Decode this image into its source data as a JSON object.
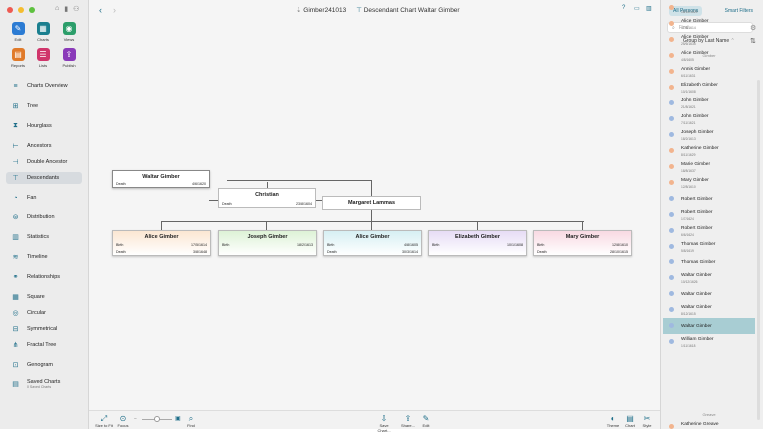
{
  "window": {
    "title_file": "Gimber241013",
    "title_chart": "Descendant Chart Waltar Gimber"
  },
  "toolbar": [
    {
      "label": "Edit",
      "color": "#2b7bd3",
      "icon": "pencil"
    },
    {
      "label": "Charts",
      "color": "#1a7f8f",
      "icon": "grid"
    },
    {
      "label": "Views",
      "color": "#2c9e6a",
      "icon": "eye"
    },
    {
      "label": "Reports",
      "color": "#e07a2a",
      "icon": "doc"
    },
    {
      "label": "Lists",
      "color": "#d0356b",
      "icon": "list"
    },
    {
      "label": "Publish",
      "color": "#8a3ab9",
      "icon": "upload"
    }
  ],
  "nav": [
    {
      "label": "Charts Overview",
      "icon": "≡"
    },
    {
      "label": "Tree",
      "icon": "⊞"
    },
    {
      "label": "Hourglass",
      "icon": "⧗"
    },
    {
      "label": "Ancestors",
      "icon": "⊢"
    },
    {
      "label": "Double Ancestor",
      "icon": "⊣"
    },
    {
      "label": "Descendants",
      "icon": "⊤",
      "selected": true
    },
    {
      "label": "Fan",
      "icon": "◔"
    },
    {
      "label": "Distribution",
      "icon": "⊜"
    },
    {
      "label": "Statistics",
      "icon": "▥"
    },
    {
      "label": "Timeline",
      "icon": "≋"
    },
    {
      "label": "Relationships",
      "icon": "⚭"
    },
    {
      "label": "Square",
      "icon": "▦"
    },
    {
      "label": "Circular",
      "icon": "◎"
    },
    {
      "label": "Symmetrical",
      "icon": "⊟"
    },
    {
      "label": "Fractal Tree",
      "icon": "⋔"
    },
    {
      "label": "Genogram",
      "icon": "⊡"
    },
    {
      "label": "Saved Charts",
      "sub": "0 Saved Charts",
      "icon": "▤"
    }
  ],
  "chart": {
    "root": {
      "name": "Waltar Gimber",
      "death_label": "Death",
      "death": "4/6/1620"
    },
    "spouse1": {
      "name": "Christian",
      "death_label": "Death",
      "death": "23/8/1604"
    },
    "spouse2": {
      "name": "Margaret Lammas"
    },
    "children": [
      {
        "name": "Alice Gimber",
        "birth_label": "Birth",
        "birth": "17/5/1614",
        "death_label": "Death",
        "death": "3/8/1648",
        "color": "#fbe6d2"
      },
      {
        "name": "Joseph Gimber",
        "birth_label": "Birth",
        "birth": "18/2/1613",
        "color": "#ddf2d6"
      },
      {
        "name": "Alice Gimber",
        "birth_label": "Birth",
        "birth": "4/8/1605",
        "death_label": "Death",
        "death": "30/3/1614",
        "color": "#d6eff3"
      },
      {
        "name": "Elizabeth Gimber",
        "birth_label": "Birth",
        "birth": "10/1/1608",
        "color": "#e6dcf5"
      },
      {
        "name": "Mary Gimber",
        "birth_label": "Birth",
        "birth": "12/8/1610",
        "death_label": "Death",
        "death": "28/10/1615",
        "color": "#f8d9e2"
      }
    ]
  },
  "bottom": [
    {
      "label": "Size to Fit",
      "icon": "⤢"
    },
    {
      "label": "Focus",
      "icon": "⊙"
    },
    {
      "label": "Find",
      "icon": "⌕"
    },
    {
      "label": "Save Chart...",
      "icon": "⇩"
    },
    {
      "label": "Share...",
      "icon": "⇪"
    },
    {
      "label": "Edit",
      "icon": "✎"
    },
    {
      "label": "Theme",
      "icon": "◐"
    },
    {
      "label": "Chart",
      "icon": "▤"
    },
    {
      "label": "Style",
      "icon": "✂"
    }
  ],
  "panel": {
    "tab_all": "All Persons",
    "tab_smart": "Smart Filters",
    "search_placeholder": "Find",
    "group_by": "Group by Last Name",
    "section_gimber": "Gimber",
    "section_greave": "Greave",
    "persons": [
      {
        "name": "",
        "date": "18/10/1629",
        "sex": "f"
      },
      {
        "name": "Alice Gimber",
        "date": "17/5/1614",
        "sex": "f"
      },
      {
        "name": "Alice Gimber",
        "date": "25/6/1635",
        "sex": "f"
      },
      {
        "name": "Alice Gimber",
        "date": "4/8/1605",
        "sex": "f"
      },
      {
        "name": "Annis Gimber",
        "date": "6/11/1631",
        "sex": "f"
      },
      {
        "name": "Elizabeth Gimber",
        "date": "10/1/1608",
        "sex": "f"
      },
      {
        "name": "John Gimber",
        "date": "21/8/1621",
        "sex": "m"
      },
      {
        "name": "John Gimber",
        "date": "7/11/1621",
        "sex": "m"
      },
      {
        "name": "Joseph Gimber",
        "date": "18/2/1613",
        "sex": "m"
      },
      {
        "name": "Katherine Gimber",
        "date": "8/11/1629",
        "sex": "f"
      },
      {
        "name": "Marie Gimber",
        "date": "18/8/1637",
        "sex": "f"
      },
      {
        "name": "Mary Gimber",
        "date": "12/8/1610",
        "sex": "f"
      },
      {
        "name": "Robert Gimber",
        "date": "",
        "sex": "m"
      },
      {
        "name": "Robert Gimber",
        "date": "1/7/1624",
        "sex": "m"
      },
      {
        "name": "Robert Gimber",
        "date": "6/6/1624",
        "sex": "m"
      },
      {
        "name": "Thomas Gimber",
        "date": "5/8/1619",
        "sex": "m"
      },
      {
        "name": "Thomas Gimber",
        "date": "",
        "sex": "m"
      },
      {
        "name": "Waltar Gimber",
        "date": "10/12/1626",
        "sex": "m"
      },
      {
        "name": "Waltar Gimber",
        "date": "",
        "sex": "m"
      },
      {
        "name": "Waltar Gimber",
        "date": "8/12/1615",
        "sex": "m"
      },
      {
        "name": "Waltar Gimber",
        "date": "",
        "sex": "m",
        "selected": true
      },
      {
        "name": "William Gimber",
        "date": "1/11/1618",
        "sex": "m"
      }
    ],
    "last_person": {
      "name": "Katherine Greave",
      "sex": "f"
    }
  },
  "colors": {
    "male": "#9fb9e0",
    "female": "#f2b48e",
    "accent": "#1e6e89"
  }
}
